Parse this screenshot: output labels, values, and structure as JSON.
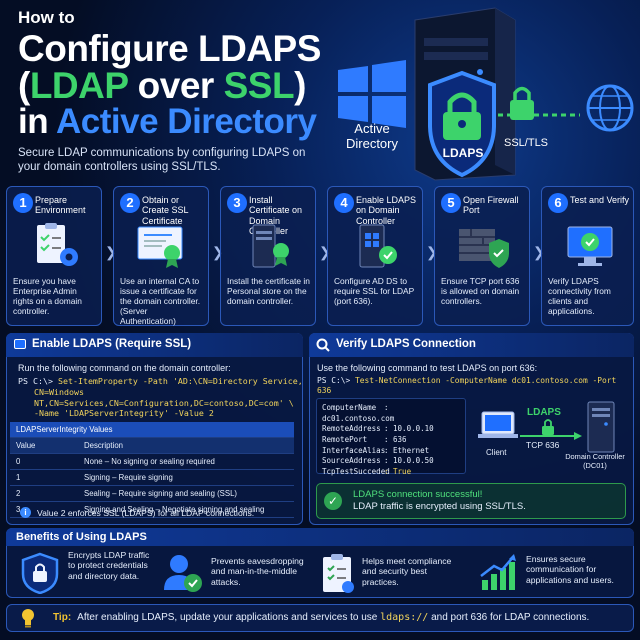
{
  "title": {
    "how_to": "How to",
    "line1": "Configure LDAPS",
    "line2_open": "(",
    "line2_ldap": "LDAP",
    "line2_over": " over ",
    "line2_ssl": "SSL",
    "line2_close": ")",
    "line3_in": "in ",
    "line3_ad": "Active Directory",
    "subtitle": "Secure LDAP communications by configuring LDAPS on your domain controllers using SSL/TLS."
  },
  "hero": {
    "active_directory": "Active Directory",
    "ldaps_badge": "LDAPS",
    "ssl_tls": "SSL/TLS"
  },
  "steps": [
    {
      "num": "1",
      "title": "Prepare Environment",
      "desc": "Ensure you have Enterprise Admin rights on a domain controller.",
      "icon": "checklist-gear-icon"
    },
    {
      "num": "2",
      "title": "Obtain or Create SSL Certificate",
      "desc": "Use an internal CA to issue a certificate for the domain controller. (Server Authentication)",
      "icon": "certificate-icon"
    },
    {
      "num": "3",
      "title": "Install Certificate on Domain Controller",
      "desc": "Install the certificate in Personal store on the domain controller.",
      "icon": "server-certificate-icon"
    },
    {
      "num": "4",
      "title": "Enable LDAPS on Domain Controller",
      "desc": "Configure AD DS to require SSL for LDAP (port 636).",
      "icon": "server-windows-icon"
    },
    {
      "num": "5",
      "title": "Open Firewall Port",
      "desc": "Ensure TCP port 636 is allowed on domain controllers.",
      "icon": "firewall-shield-icon"
    },
    {
      "num": "6",
      "title": "Test and Verify",
      "desc": "Verify LDAPS connectivity from clients and applications.",
      "icon": "monitor-check-icon"
    }
  ],
  "enable_panel": {
    "title": "Enable LDAPS (Require SSL)",
    "instruction": "Run the following command on the domain controller:",
    "prompt": "PS C:\\>",
    "cmd_line1": "Set-ItemProperty -Path 'AD:\\CN=Directory Service,",
    "cmd_line2": "CN=Windows NT,CN=Services,CN=Configuration,DC=contoso,DC=com' \\",
    "cmd_line3": "-Name 'LDAPServerIntegrity' -Value 2",
    "table_title": "LDAPServerIntegrity Values",
    "col_value": "Value",
    "col_desc": "Description",
    "rows": [
      {
        "value": "0",
        "desc": "None – No signing or sealing required"
      },
      {
        "value": "1",
        "desc": "Signing – Require signing"
      },
      {
        "value": "2",
        "desc": "Sealing – Require signing and sealing (SSL)"
      },
      {
        "value": "3",
        "desc": "Signing and Sealing – Negotiate signing and sealing"
      }
    ],
    "note": "Value 2 enforces SSL (LDAPS) for all LDAP connections."
  },
  "verify_panel": {
    "title": "Verify LDAPS Connection",
    "instruction": "Use the following command to test LDAPS on port 636:",
    "prompt": "PS C:\\>",
    "command": "Test-NetConnection -ComputerName dc01.contoso.com -Port 636",
    "output": [
      {
        "key": "ComputerName",
        "value": ": dc01.contoso.com"
      },
      {
        "key": "RemoteAddress",
        "value": ": 10.0.0.10"
      },
      {
        "key": "RemotePort",
        "value": ": 636"
      },
      {
        "key": "InterfaceAlias",
        "value": ": Ethernet"
      },
      {
        "key": "SourceAddress",
        "value": ": 10.0.0.50"
      },
      {
        "key": "TcpTestSucceded",
        "value": ": True"
      }
    ],
    "diagram_ldaps": "LDAPS",
    "diagram_port": "TCP 636",
    "client": "Client",
    "dc_line1": "Domain Controller",
    "dc_line2": "(DC01)",
    "success_line1": "LDAPS connection successful!",
    "success_line2": "LDAP traffic is encrypted using SSL/TLS."
  },
  "benefits": {
    "title": "Benefits of Using LDAPS",
    "items": [
      {
        "text": "Encrypts LDAP traffic to protect credentials and directory data.",
        "icon": "shield-lock-icon"
      },
      {
        "text": "Prevents eavesdropping and man-in-the-middle attacks.",
        "icon": "user-check-icon"
      },
      {
        "text": "Helps meet compliance and security best practices.",
        "icon": "clipboard-check-icon"
      },
      {
        "text": "Ensures secure communication for applications and users.",
        "icon": "chart-up-icon"
      }
    ]
  },
  "tip": {
    "label": "Tip:",
    "text_before": "After enabling LDAPS, update your applications and services to use ",
    "code": "ldaps://",
    "text_after": " and port 636 for LDAP connections."
  },
  "colors": {
    "accent_blue": "#3b8bff",
    "accent_green": "#3dd36b",
    "panel_border": "#2b58b8",
    "code_yellow": "#f2d45c"
  }
}
